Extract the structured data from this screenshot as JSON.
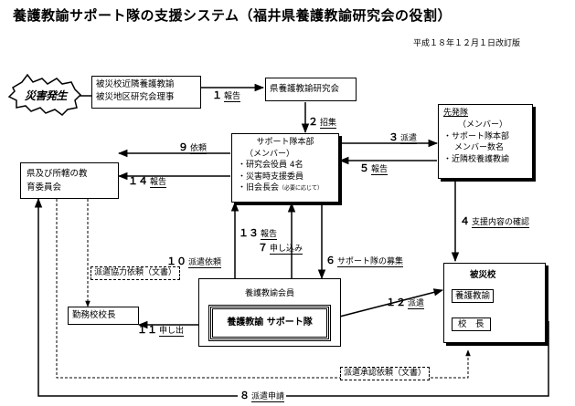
{
  "title": "養護教諭サポート隊の支援システム（福井県養護教諭研究会の役割）",
  "revision": "平成１８年１２月１日改訂版",
  "disaster": "災害発生",
  "boxes": {
    "reporter_line1": "被災校近隣養護教諭",
    "reporter_line2": "被災地区研究会理事",
    "association": "県養護教諭研究会",
    "hq_title": "サポート隊本部",
    "hq_members": "（メンバー）",
    "hq_item1": "・研究会役員 4名",
    "hq_item2": "・災害時支援委員",
    "hq_item3": "・旧会長会",
    "hq_item3_note": "（必要に応じて）",
    "advance_title": "先発隊",
    "advance_members": "（メンバー）",
    "advance_item1": "・サポート隊本部",
    "advance_item2": "メンバー数名",
    "advance_item3": "・近隣校養護教諭",
    "board_line1": "県及び所轄の教",
    "board_line2": "育委員会",
    "members_title": "養護教諭会員",
    "support_team": "養護教諭 サポート隊",
    "principal": "勤務校校長",
    "affected_title": "被災校",
    "affected_nurse": "養護教諭",
    "affected_principal": "校　長"
  },
  "steps": {
    "s1": {
      "num": "１",
      "text": "報告"
    },
    "s2": {
      "num": "２",
      "text": "招集"
    },
    "s3": {
      "num": "３",
      "text": "派遣"
    },
    "s4": {
      "num": "４",
      "text": "支援内容の確認"
    },
    "s5": {
      "num": "５",
      "text": "報告"
    },
    "s6": {
      "num": "６",
      "text": "サポート隊の募集"
    },
    "s7": {
      "num": "７",
      "text": "申し込み"
    },
    "s8": {
      "num": "８",
      "text": "派遣申請"
    },
    "s9": {
      "num": "９",
      "text": "依頼"
    },
    "s10": {
      "num": "１０",
      "text": "派遣依頼"
    },
    "s11": {
      "num": "１１",
      "text": "申し出"
    },
    "s12": {
      "num": "１２",
      "text": "派遣"
    },
    "s13": {
      "num": "１３",
      "text": "報告"
    },
    "s14": {
      "num": "１４",
      "text": "報告"
    }
  },
  "notes": {
    "dispatch_cooperation": "派遣協力依頼（文書）",
    "dispatch_approval": "派遣承認依頼（文書）"
  }
}
